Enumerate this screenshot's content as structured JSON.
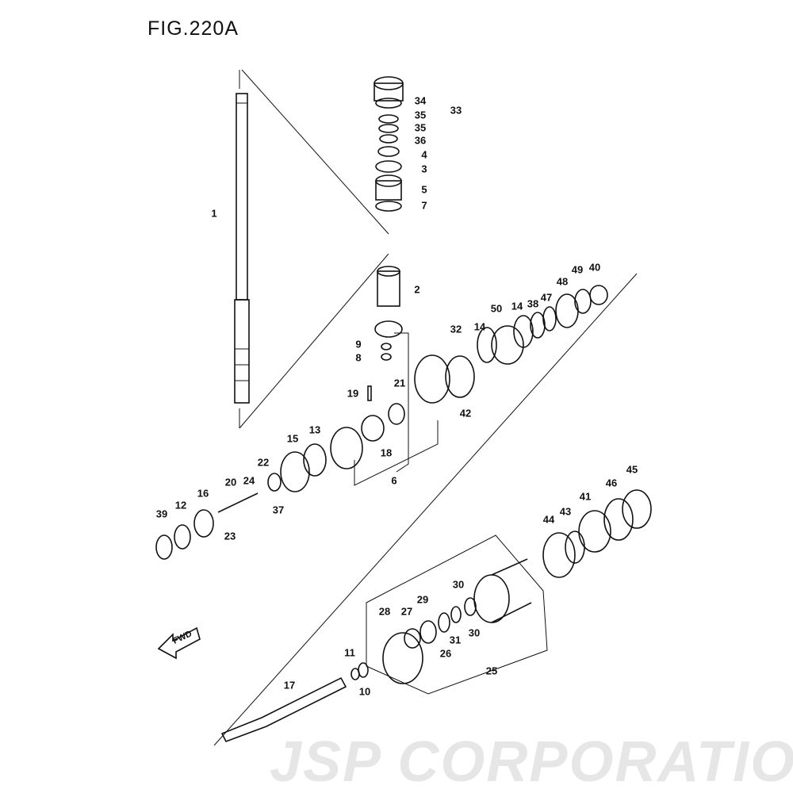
{
  "figure_title": "FIG.220A",
  "watermark": "JSP CORPORATION",
  "direction_arrow": "FWD",
  "labels": [
    "1",
    "34",
    "33",
    "35",
    "35",
    "36",
    "4",
    "3",
    "5",
    "7",
    "2",
    "9",
    "8",
    "32",
    "14",
    "50",
    "14",
    "38",
    "47",
    "48",
    "49",
    "40",
    "19",
    "21",
    "42",
    "15",
    "13",
    "18",
    "6",
    "22",
    "24",
    "20",
    "16",
    "12",
    "39",
    "23",
    "37",
    "44",
    "43",
    "41",
    "46",
    "45",
    "28",
    "27",
    "29",
    "30",
    "31",
    "30",
    "26",
    "25",
    "11",
    "10",
    "17"
  ]
}
